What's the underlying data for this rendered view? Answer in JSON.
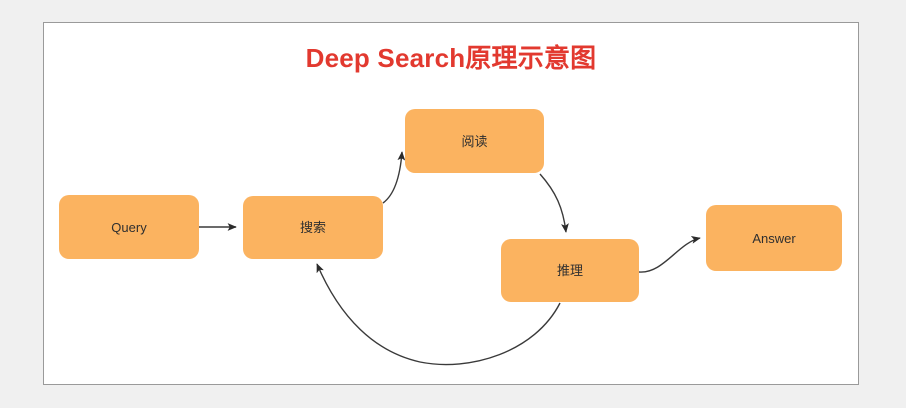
{
  "diagram": {
    "title": "Deep Search原理示意图",
    "title_color": "#e2392f",
    "background_color": "#f0f0f0",
    "canvas_color": "#ffffff",
    "canvas_border_color": "#9a9a9a",
    "node_fill_color": "#fbb360",
    "node_text_color": "#2f2f2f",
    "edge_color": "#3a3a3a",
    "nodes": [
      {
        "id": "query",
        "label": "Query"
      },
      {
        "id": "search",
        "label": "搜索"
      },
      {
        "id": "read",
        "label": "阅读"
      },
      {
        "id": "reason",
        "label": "推理"
      },
      {
        "id": "answer",
        "label": "Answer"
      }
    ],
    "edges": [
      {
        "id": "query-to-search",
        "from": "Query",
        "to": "搜索",
        "style": "straight"
      },
      {
        "id": "search-to-read",
        "from": "搜索",
        "to": "阅读",
        "style": "curved"
      },
      {
        "id": "read-to-reason",
        "from": "阅读",
        "to": "推理",
        "style": "curved"
      },
      {
        "id": "reason-to-answer",
        "from": "推理",
        "to": "Answer",
        "style": "curved"
      },
      {
        "id": "reason-to-search",
        "from": "推理",
        "to": "搜索",
        "style": "curved-loop"
      }
    ]
  }
}
